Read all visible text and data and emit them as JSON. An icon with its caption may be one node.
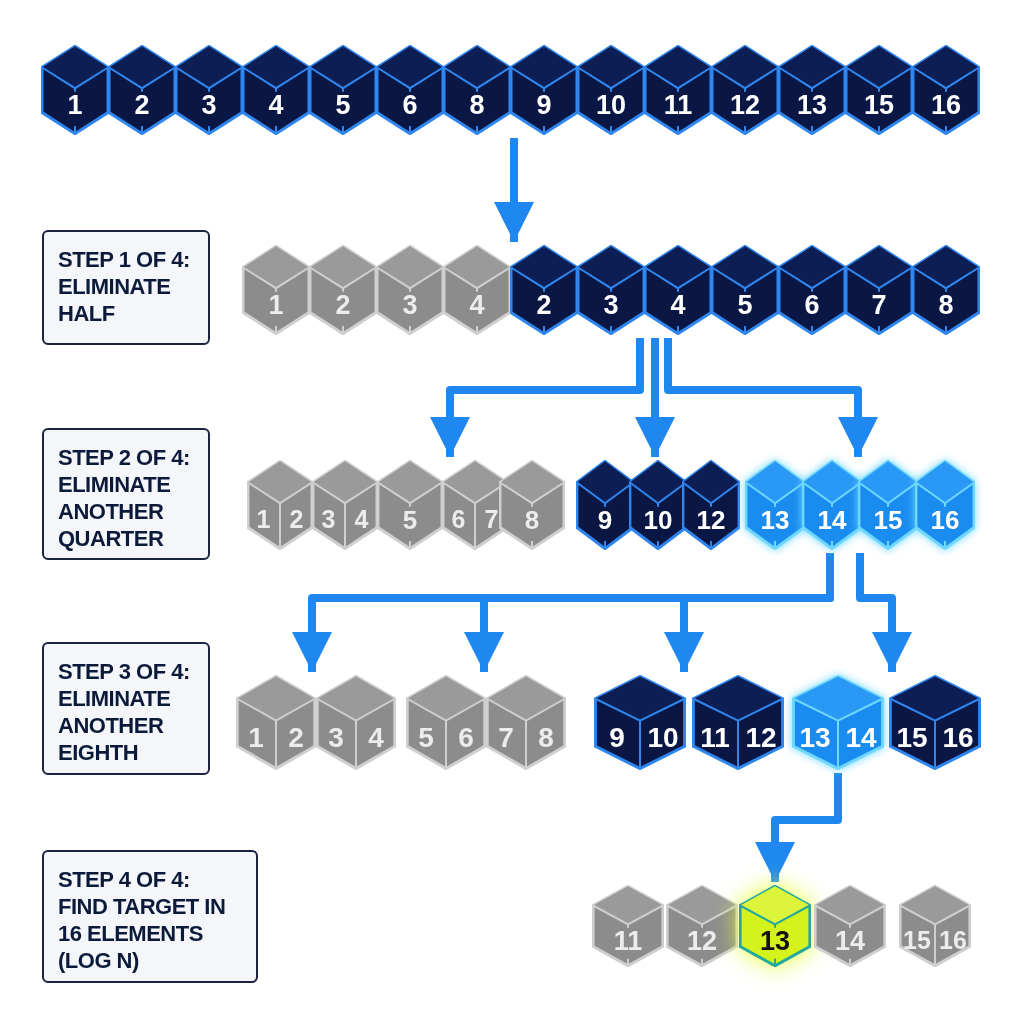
{
  "diagram": {
    "nodes": [
      {
        "text": [
          "STEP 1 OF 4:",
          "ELIMINATE HALF"
        ]
      },
      {
        "text": [
          "STEP 2 OF 4:",
          "ELIMINATE ANOTHER QUARTER"
        ]
      },
      {
        "text": [
          "STEP 3 OF 4:",
          "ELIMINATE ANOTHER EIGHTH"
        ]
      },
      {
        "text": [
          "STEP 4 OF 4:",
          "FIND TARGET IN 16 ELEMENTS (LOG N)"
        ]
      },
      {
        "text": [
          "1"
        ]
      },
      {
        "text": [
          "2"
        ]
      },
      {
        "text": [
          "3"
        ]
      },
      {
        "text": [
          "4"
        ]
      },
      {
        "text": [
          "5"
        ]
      },
      {
        "text": [
          "6"
        ]
      },
      {
        "text": [
          "8"
        ]
      },
      {
        "text": [
          "9"
        ]
      },
      {
        "text": [
          "10"
        ]
      },
      {
        "text": [
          "11"
        ]
      },
      {
        "text": [
          "12"
        ]
      },
      {
        "text": [
          "13"
        ]
      },
      {
        "text": [
          "15"
        ]
      },
      {
        "text": [
          "16"
        ]
      },
      {
        "text": [
          "1"
        ]
      },
      {
        "text": [
          "2"
        ]
      },
      {
        "text": [
          "3"
        ]
      },
      {
        "text": [
          "4"
        ]
      },
      {
        "text": [
          "2"
        ]
      },
      {
        "text": [
          "3"
        ]
      },
      {
        "text": [
          "4"
        ]
      },
      {
        "text": [
          "5"
        ]
      },
      {
        "text": [
          "6"
        ]
      },
      {
        "text": [
          "7"
        ]
      },
      {
        "text": [
          "8"
        ]
      },
      {
        "text": [
          "1",
          "2"
        ]
      },
      {
        "text": [
          "3",
          "4"
        ]
      },
      {
        "text": [
          "5"
        ]
      },
      {
        "text": [
          "6",
          "7"
        ]
      },
      {
        "text": [
          "8"
        ]
      },
      {
        "text": [
          "9"
        ]
      },
      {
        "text": [
          "10"
        ]
      },
      {
        "text": [
          "12"
        ]
      },
      {
        "text": [
          "13"
        ]
      },
      {
        "text": [
          "14"
        ]
      },
      {
        "text": [
          "15"
        ]
      },
      {
        "text": [
          "16"
        ]
      },
      {
        "text": [
          "1",
          "2"
        ]
      },
      {
        "text": [
          "3",
          "4"
        ]
      },
      {
        "text": [
          "5",
          "6"
        ]
      },
      {
        "text": [
          "7",
          "8"
        ]
      },
      {
        "text": [
          "9",
          "10"
        ]
      },
      {
        "text": [
          "11",
          "12"
        ]
      },
      {
        "text": [
          "13",
          "14"
        ]
      },
      {
        "text": [
          "15",
          "16"
        ]
      },
      {
        "text": [
          "11"
        ]
      },
      {
        "text": [
          "12"
        ]
      },
      {
        "text": [
          "13"
        ]
      },
      {
        "text": [
          "14"
        ]
      },
      {
        "text": [
          "15",
          "16"
        ]
      }
    ],
    "edges": [
      {
        "from": 11,
        "to": 22,
        "arrow": "to"
      },
      {
        "from": 23,
        "to": 32,
        "arrow": "to"
      },
      {
        "from": 24,
        "to": 35,
        "arrow": "to"
      },
      {
        "from": 24,
        "to": 38,
        "arrow": "to"
      },
      {
        "from": 38,
        "to": 41,
        "arrow": "to"
      },
      {
        "from": 38,
        "to": 43,
        "arrow": "to"
      },
      {
        "from": 38,
        "to": 45,
        "arrow": "to"
      },
      {
        "from": 39,
        "to": 48,
        "arrow": "to"
      },
      {
        "from": 47,
        "to": 51,
        "arrow": "to"
      }
    ]
  }
}
